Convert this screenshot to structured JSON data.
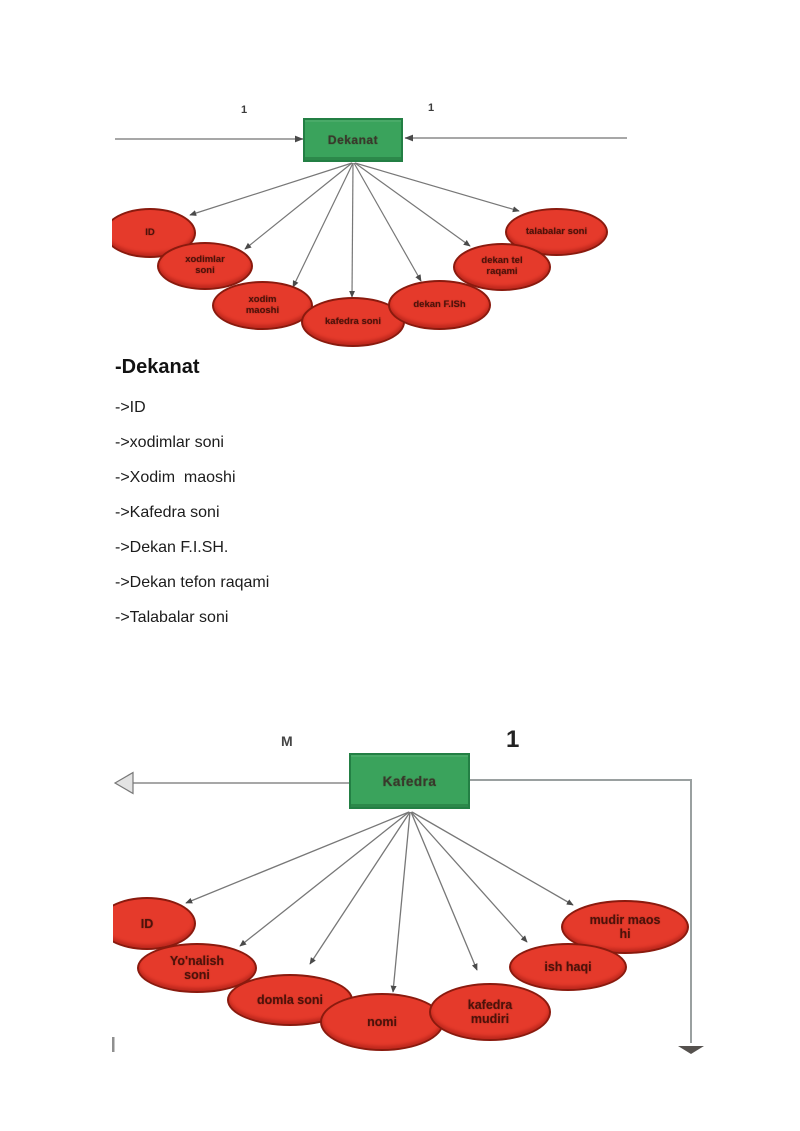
{
  "colors": {
    "entity_fill": "#3aa35c",
    "entity_border": "#237f44",
    "attribute_fill": "#e53a2b",
    "attribute_border": "#8a1a0e",
    "connector": "#777777",
    "connector_light": "#9aa0a0"
  },
  "diagram1": {
    "entity_label": "Dekanat",
    "cardinality_left": "1",
    "cardinality_right": "1",
    "attributes": [
      {
        "label": "ID"
      },
      {
        "label": "xodimlar\nsoni"
      },
      {
        "label": "xodim\nmaoshi"
      },
      {
        "label": "kafedra soni"
      },
      {
        "label": "dekan F.ISh"
      },
      {
        "label": "dekan tel\nraqami"
      },
      {
        "label": "talabalar soni"
      }
    ]
  },
  "attribute_list": {
    "heading": "-Dekanat",
    "items": [
      "->ID",
      "->xodimlar soni",
      "->Xodim  maoshi",
      "->Kafedra soni",
      "->Dekan F.I.SH.",
      "->Dekan tefon raqami",
      "->Talabalar soni"
    ]
  },
  "diagram2": {
    "entity_label": "Kafedra",
    "cardinality_left": "M",
    "cardinality_right": "1",
    "attributes": [
      {
        "label": "ID"
      },
      {
        "label": "Yo'nalish\nsoni"
      },
      {
        "label": "domla soni"
      },
      {
        "label": "nomi"
      },
      {
        "label": "kafedra\nmudiri"
      },
      {
        "label": "ish haqi"
      },
      {
        "label": "mudir  maos\nhi"
      }
    ]
  }
}
